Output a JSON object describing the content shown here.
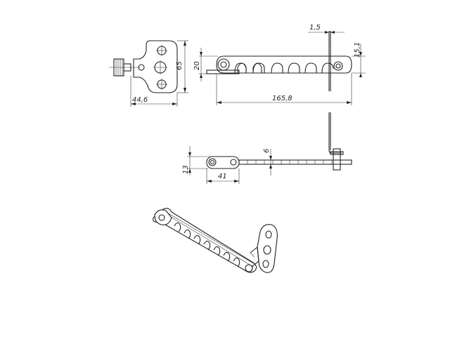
{
  "drawing": {
    "title": "Window restrictor (comb stay) technical drawing",
    "views": {
      "side_view": {
        "dimensions": {
          "height": "65",
          "width": "44,6"
        }
      },
      "front_view": {
        "dimensions": {
          "thickness": "1,5",
          "offset": "15,1",
          "height": "20",
          "length": "165,8"
        }
      },
      "top_view": {
        "dimensions": {
          "height": "13",
          "width_bar": "6",
          "length_head": "41"
        }
      },
      "isometric_view": {
        "label": ""
      }
    },
    "colors": {
      "line": "#222222",
      "background": "#ffffff"
    }
  }
}
